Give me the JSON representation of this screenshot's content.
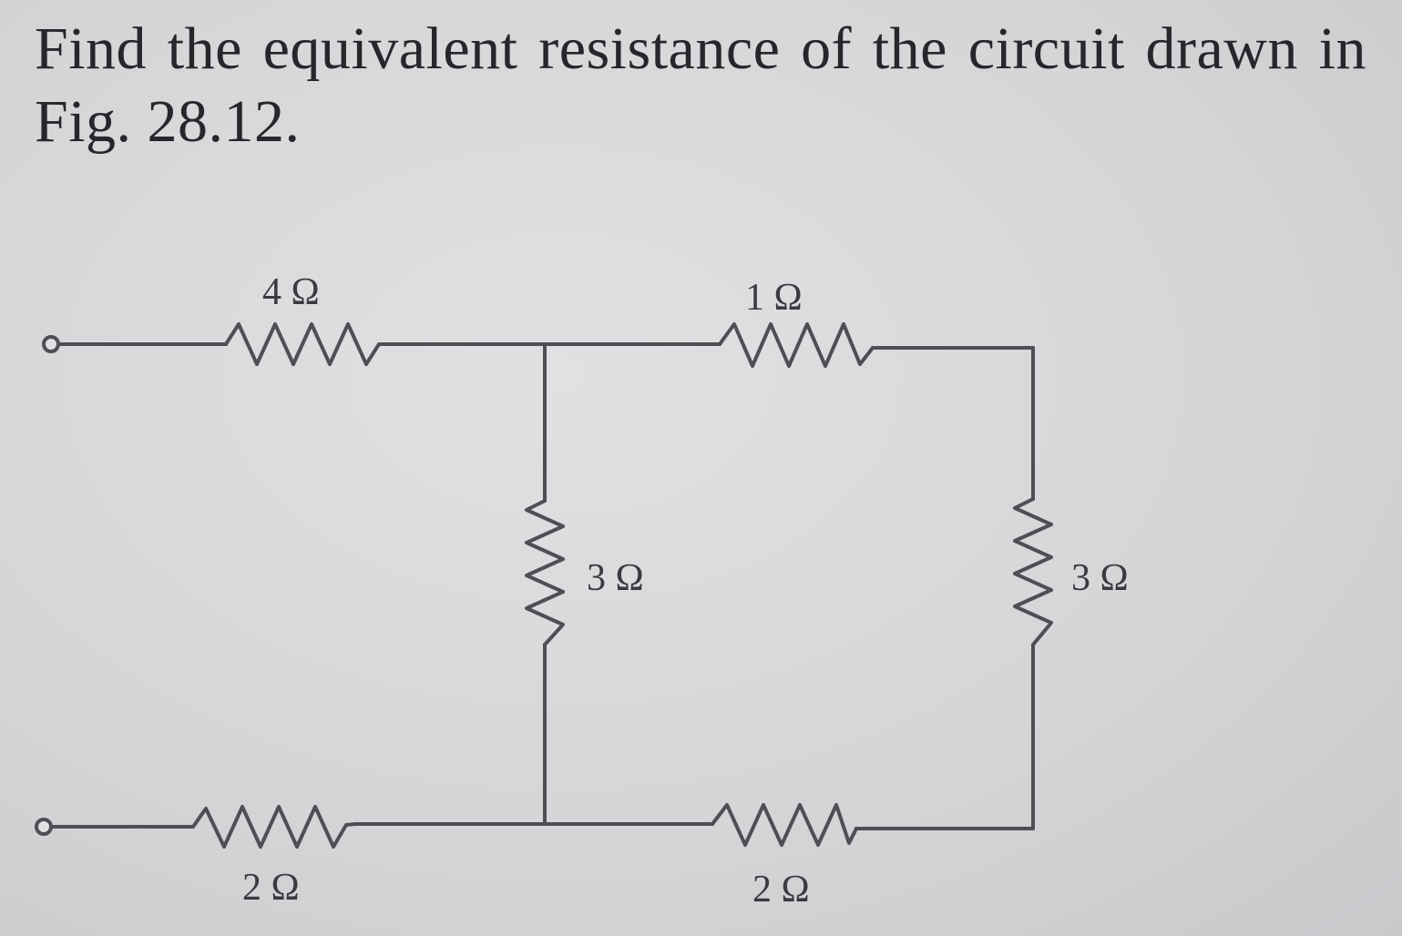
{
  "question": {
    "text": "Find the equivalent resistance of the circuit drawn in Fig. 28.12."
  },
  "circuit": {
    "resistors": [
      {
        "id": "top-left",
        "label": "4 Ω"
      },
      {
        "id": "top-right",
        "label": "1 Ω"
      },
      {
        "id": "middle-vertical",
        "label": "3 Ω"
      },
      {
        "id": "right-vertical",
        "label": "3 Ω"
      },
      {
        "id": "bottom-left",
        "label": "2 Ω"
      },
      {
        "id": "bottom-right",
        "label": "2 Ω"
      }
    ]
  }
}
